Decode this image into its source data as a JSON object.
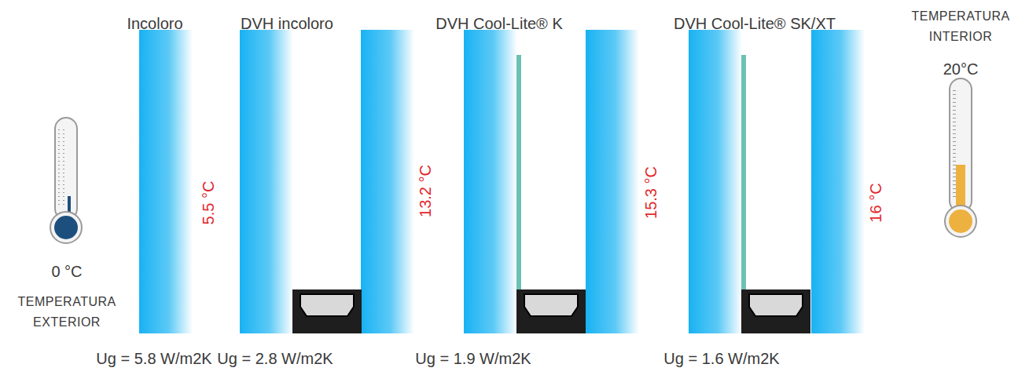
{
  "diagram": {
    "labels": [
      "Incoloro",
      "DVH incoloro",
      "DVH Cool-Lite® K",
      "DVH Cool-Lite® SK/XT",
      "TEMPERATURA INTERIOR",
      "20°C",
      "5.5 °C",
      "13.2 °C",
      "15.3 °C",
      "16 °C",
      "0 °C",
      "TEMPERATURA EXTERIOR",
      "Ug = 5.8 W/m2K",
      "Ug = 2.8 W/m2K",
      "Ug = 1.9 W/m2K",
      "Ug = 1.6 W/m2K"
    ]
  }
}
